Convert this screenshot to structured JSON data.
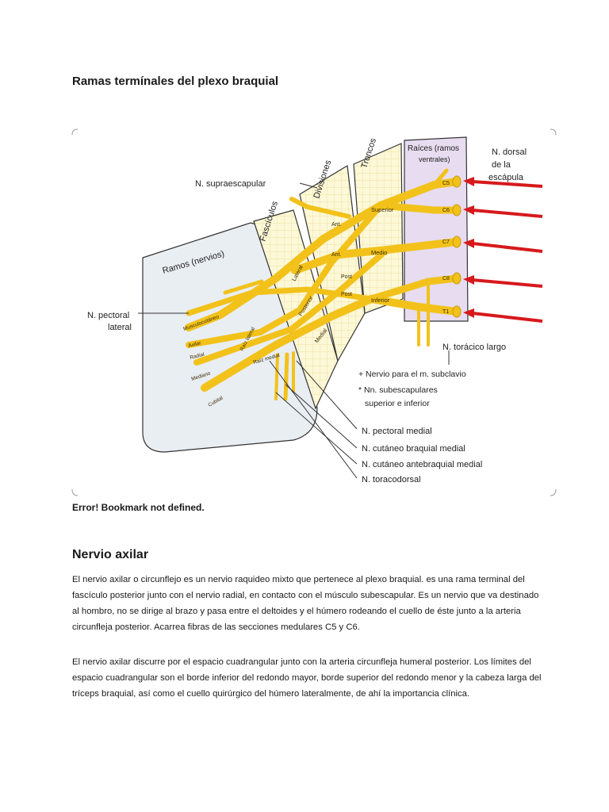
{
  "page": {
    "title": "Ramas termínales del plexo braquial",
    "error_text": "Error! Bookmark not defined.",
    "section_heading": "Nervio axilar",
    "paragraphs": [
      "El nervio axilar o circunflejo es un nervio raquideo mixto que pertenece al plexo braquial. es una rama terminal del fascículo posterior junto con el nervio radial, en contacto con el músculo subescapular. Es un nervio que va destinado al hombro, no se dirige al brazo y pasa entre el deltoides y el húmero rodeando el cuello de éste junto a la arteria circunfleja posterior. Acarrea fibras de las secciones medulares C5 y C6.",
      "El nervio axilar discurre por el espacio cuadrangular junto con la arteria circunfleja humeral posterior. Los límites del espacio cuadrangular son el borde inferior del redondo mayor, borde superior del redondo menor y la cabeza larga del tríceps braquial, así como el cuello quirúrgico del húmero lateralmente, de ahí la importancia clínica."
    ]
  },
  "figure": {
    "colors": {
      "nerve": "#f2c21b",
      "nerve_edge": "#c99a0a",
      "arrow": "#d7191c",
      "roots_band": "#e7dcf0",
      "grid_band": "#fbf6cf",
      "ramos_band": "#e9eef3"
    },
    "region_labels": {
      "ramos": "Ramos (nervios)",
      "fasciculos": "Fascículos",
      "divisiones": "Divisiones",
      "troncos": "Troncos",
      "raices_1": "Raíces (ramos",
      "raices_2": "ventrales)"
    },
    "outside_labels": {
      "supraescapular": "N. supraescapular",
      "dorsal_1": "N. dorsal",
      "dorsal_2": "de la",
      "dorsal_3": "escápula",
      "pectoral_lateral_1": "N. pectoral",
      "pectoral_lateral_2": "lateral",
      "toracico_largo": "N. torácico largo",
      "legend_plus": "+ Nervio para el m. subclavio",
      "legend_star_1": "* Nn. subescapulares",
      "legend_star_2": "superior e inferior",
      "pectoral_medial": "N. pectoral medial",
      "cutaneo_braquial": "N. cutáneo braquial medial",
      "cutaneo_antebraquial": "N. cutáneo antebraquial medial",
      "toracodorsal": "N. toracodorsal"
    },
    "inner_labels": {
      "superior": "Superior",
      "medio": "Medio",
      "inferior": "Inferior",
      "ant_1": "Ant.",
      "ant_2": "Ant.",
      "post_1": "Post",
      "post_2": "Post",
      "lateral": "Lateral",
      "posterior": "Posterior",
      "medial_fasc": "Medial",
      "raiz_lateral": "Raíz lateral",
      "raiz_medial": "Raíz medial",
      "musculocutaneo": "Musculocutáneo",
      "axilar": "Axilar",
      "radial": "Radial",
      "mediano": "Mediano",
      "cubital": "Cubital",
      "c5": "C5",
      "c6": "C6",
      "c7": "C7",
      "c8": "C8",
      "t1": "T1"
    }
  }
}
